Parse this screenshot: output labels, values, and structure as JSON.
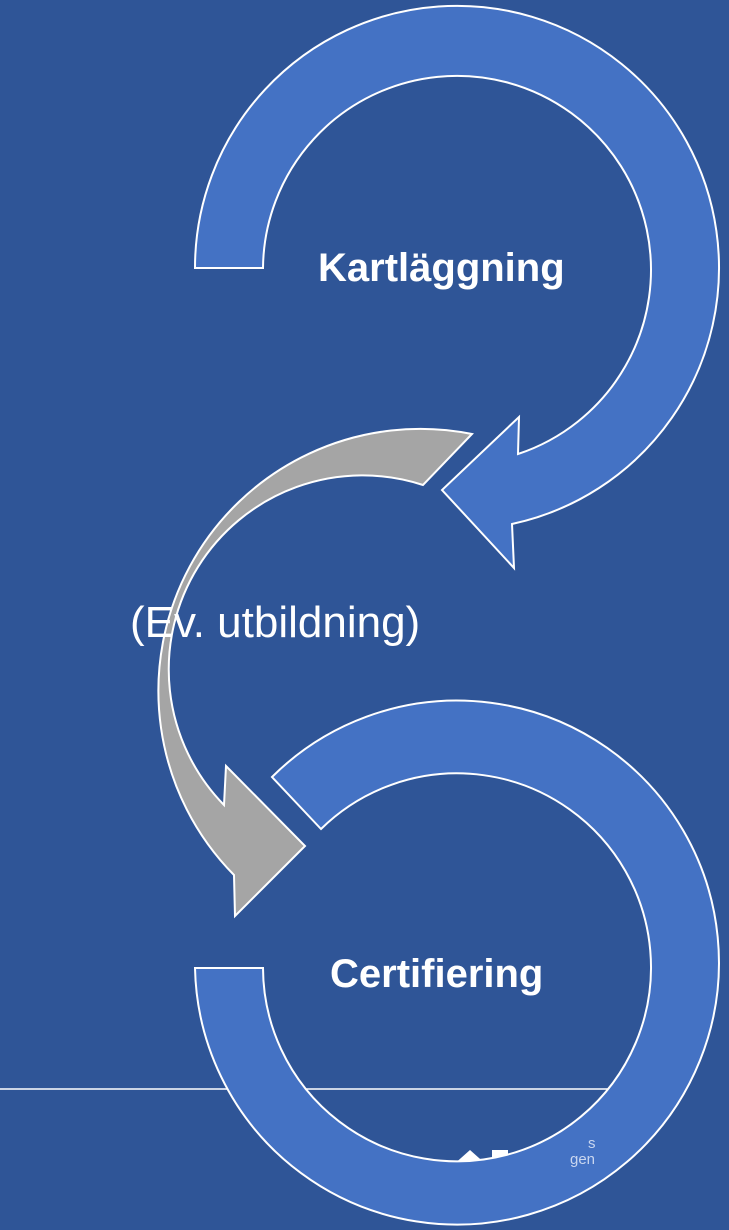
{
  "diagram": {
    "steps": [
      {
        "label": "Kartläggning",
        "color": "#4472c4"
      },
      {
        "label": "(Ev. utbildning)",
        "color": "#a5a5a5"
      },
      {
        "label": "Certifiering",
        "color": "#4472c4"
      }
    ],
    "background_color": "#2f5597",
    "outline_color": "#ffffff"
  },
  "logo": {
    "text_line1": "s",
    "text_line2": "gen"
  }
}
